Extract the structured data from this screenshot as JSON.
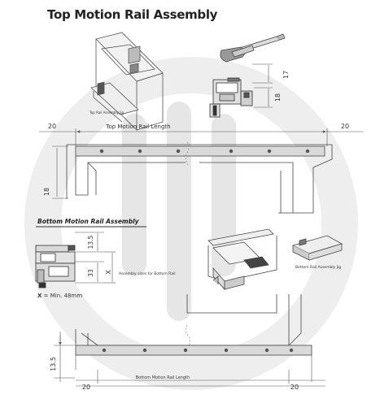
{
  "header": {
    "title": "Top Motion Rail Assembly"
  },
  "top": {
    "jig_caption": "Top Rail Assembly Jig",
    "dim_17": "17",
    "dim_18_profile": "18",
    "dim_left": "20",
    "dim_right": "20",
    "length_label": "Top Motion Rail Length",
    "dim_18_side": "18"
  },
  "bottom": {
    "section_title": "Bottom Motion Rail Assembly",
    "dim_13_5": "13.5",
    "dim_33": "33",
    "x_mark": "X",
    "assembly_note": "Assembly sizes for Bottom Rail",
    "x_note_bold": "X",
    "x_note_rest": " = Min. 48mm",
    "jig_caption": "Bottom Rail Assembly Jig",
    "dim_13_5_side": "13.5",
    "dim_left": "20",
    "dim_right": "20",
    "length_label": "Bottom Motion Rail Length"
  },
  "colors": {
    "watermark": "#e9e9e9",
    "line": "#444444",
    "dim": "#555555",
    "rail": "#d9d9d9"
  }
}
